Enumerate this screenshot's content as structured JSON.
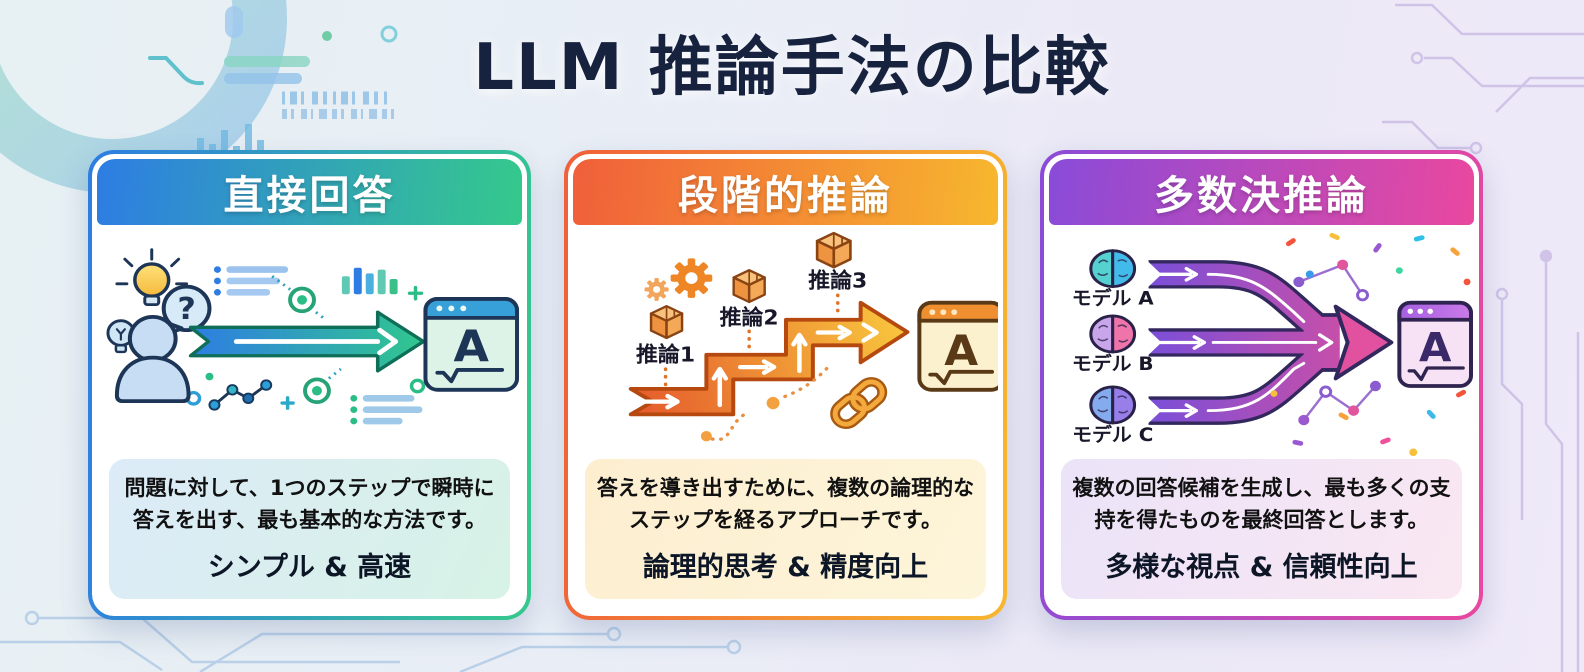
{
  "page": {
    "title": "LLM 推論手法の比較"
  },
  "cards": [
    {
      "header": "直接回答",
      "description": "問題に対して、1つのステップで瞬時に答えを出す、最も基本的な方法です。",
      "tagline": "シンプル & 高速",
      "answer_letter": "A",
      "question_mark": "?",
      "accent_start": "#2e7de3",
      "accent_end": "#35c98c",
      "icons": [
        "lightbulb-icon",
        "small-lightbulb-icon",
        "question-bubble-icon",
        "person-icon",
        "direct-arrow-icon",
        "answer-window-icon",
        "bar-chart-decor",
        "line-chart-decor"
      ]
    },
    {
      "header": "段階的推論",
      "step_labels": [
        "推論1",
        "推論2",
        "推論3"
      ],
      "description": "答えを導き出すために、複数の論理的なステップを経るアプローチです。",
      "tagline": "論理的思考 & 精度向上",
      "answer_letter": "A",
      "accent_start": "#f05f3a",
      "accent_end": "#f7b72e",
      "icons": [
        "gear-icon",
        "box-icon",
        "staircase-arrow-icon",
        "chain-link-icon",
        "answer-window-icon"
      ]
    },
    {
      "header": "多数決推論",
      "model_labels": [
        "モデル A",
        "モデル B",
        "モデル C"
      ],
      "description": "複数の回答候補を生成し、最も多くの支持を得たものを最終回答とします。",
      "tagline": "多様な視点 & 信頼性向上",
      "answer_letter": "A",
      "accent_start": "#8a4bd8",
      "accent_end": "#e9489f",
      "icons": [
        "brain-icon",
        "merge-arrow-icon",
        "confetti-decor",
        "network-graph-decor",
        "answer-window-icon"
      ]
    }
  ]
}
